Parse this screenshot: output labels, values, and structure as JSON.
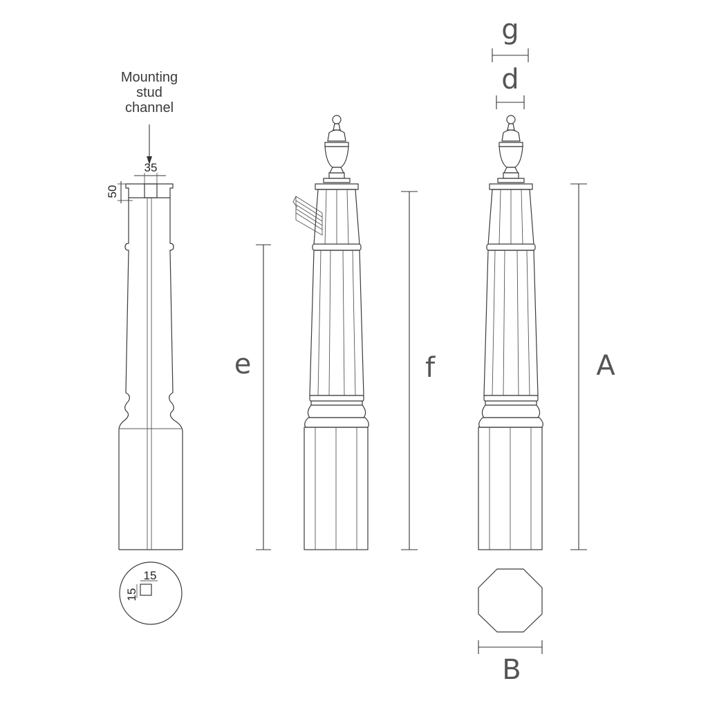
{
  "callout": {
    "lines": [
      "Mounting",
      "stud",
      "channel"
    ]
  },
  "dimensions": {
    "top_width": "35",
    "top_depth": "50",
    "channel_width": "15",
    "channel_depth": "15"
  },
  "labels": {
    "e": "e",
    "f": "f",
    "A": "A",
    "B": "B",
    "d": "d",
    "g": "g"
  }
}
